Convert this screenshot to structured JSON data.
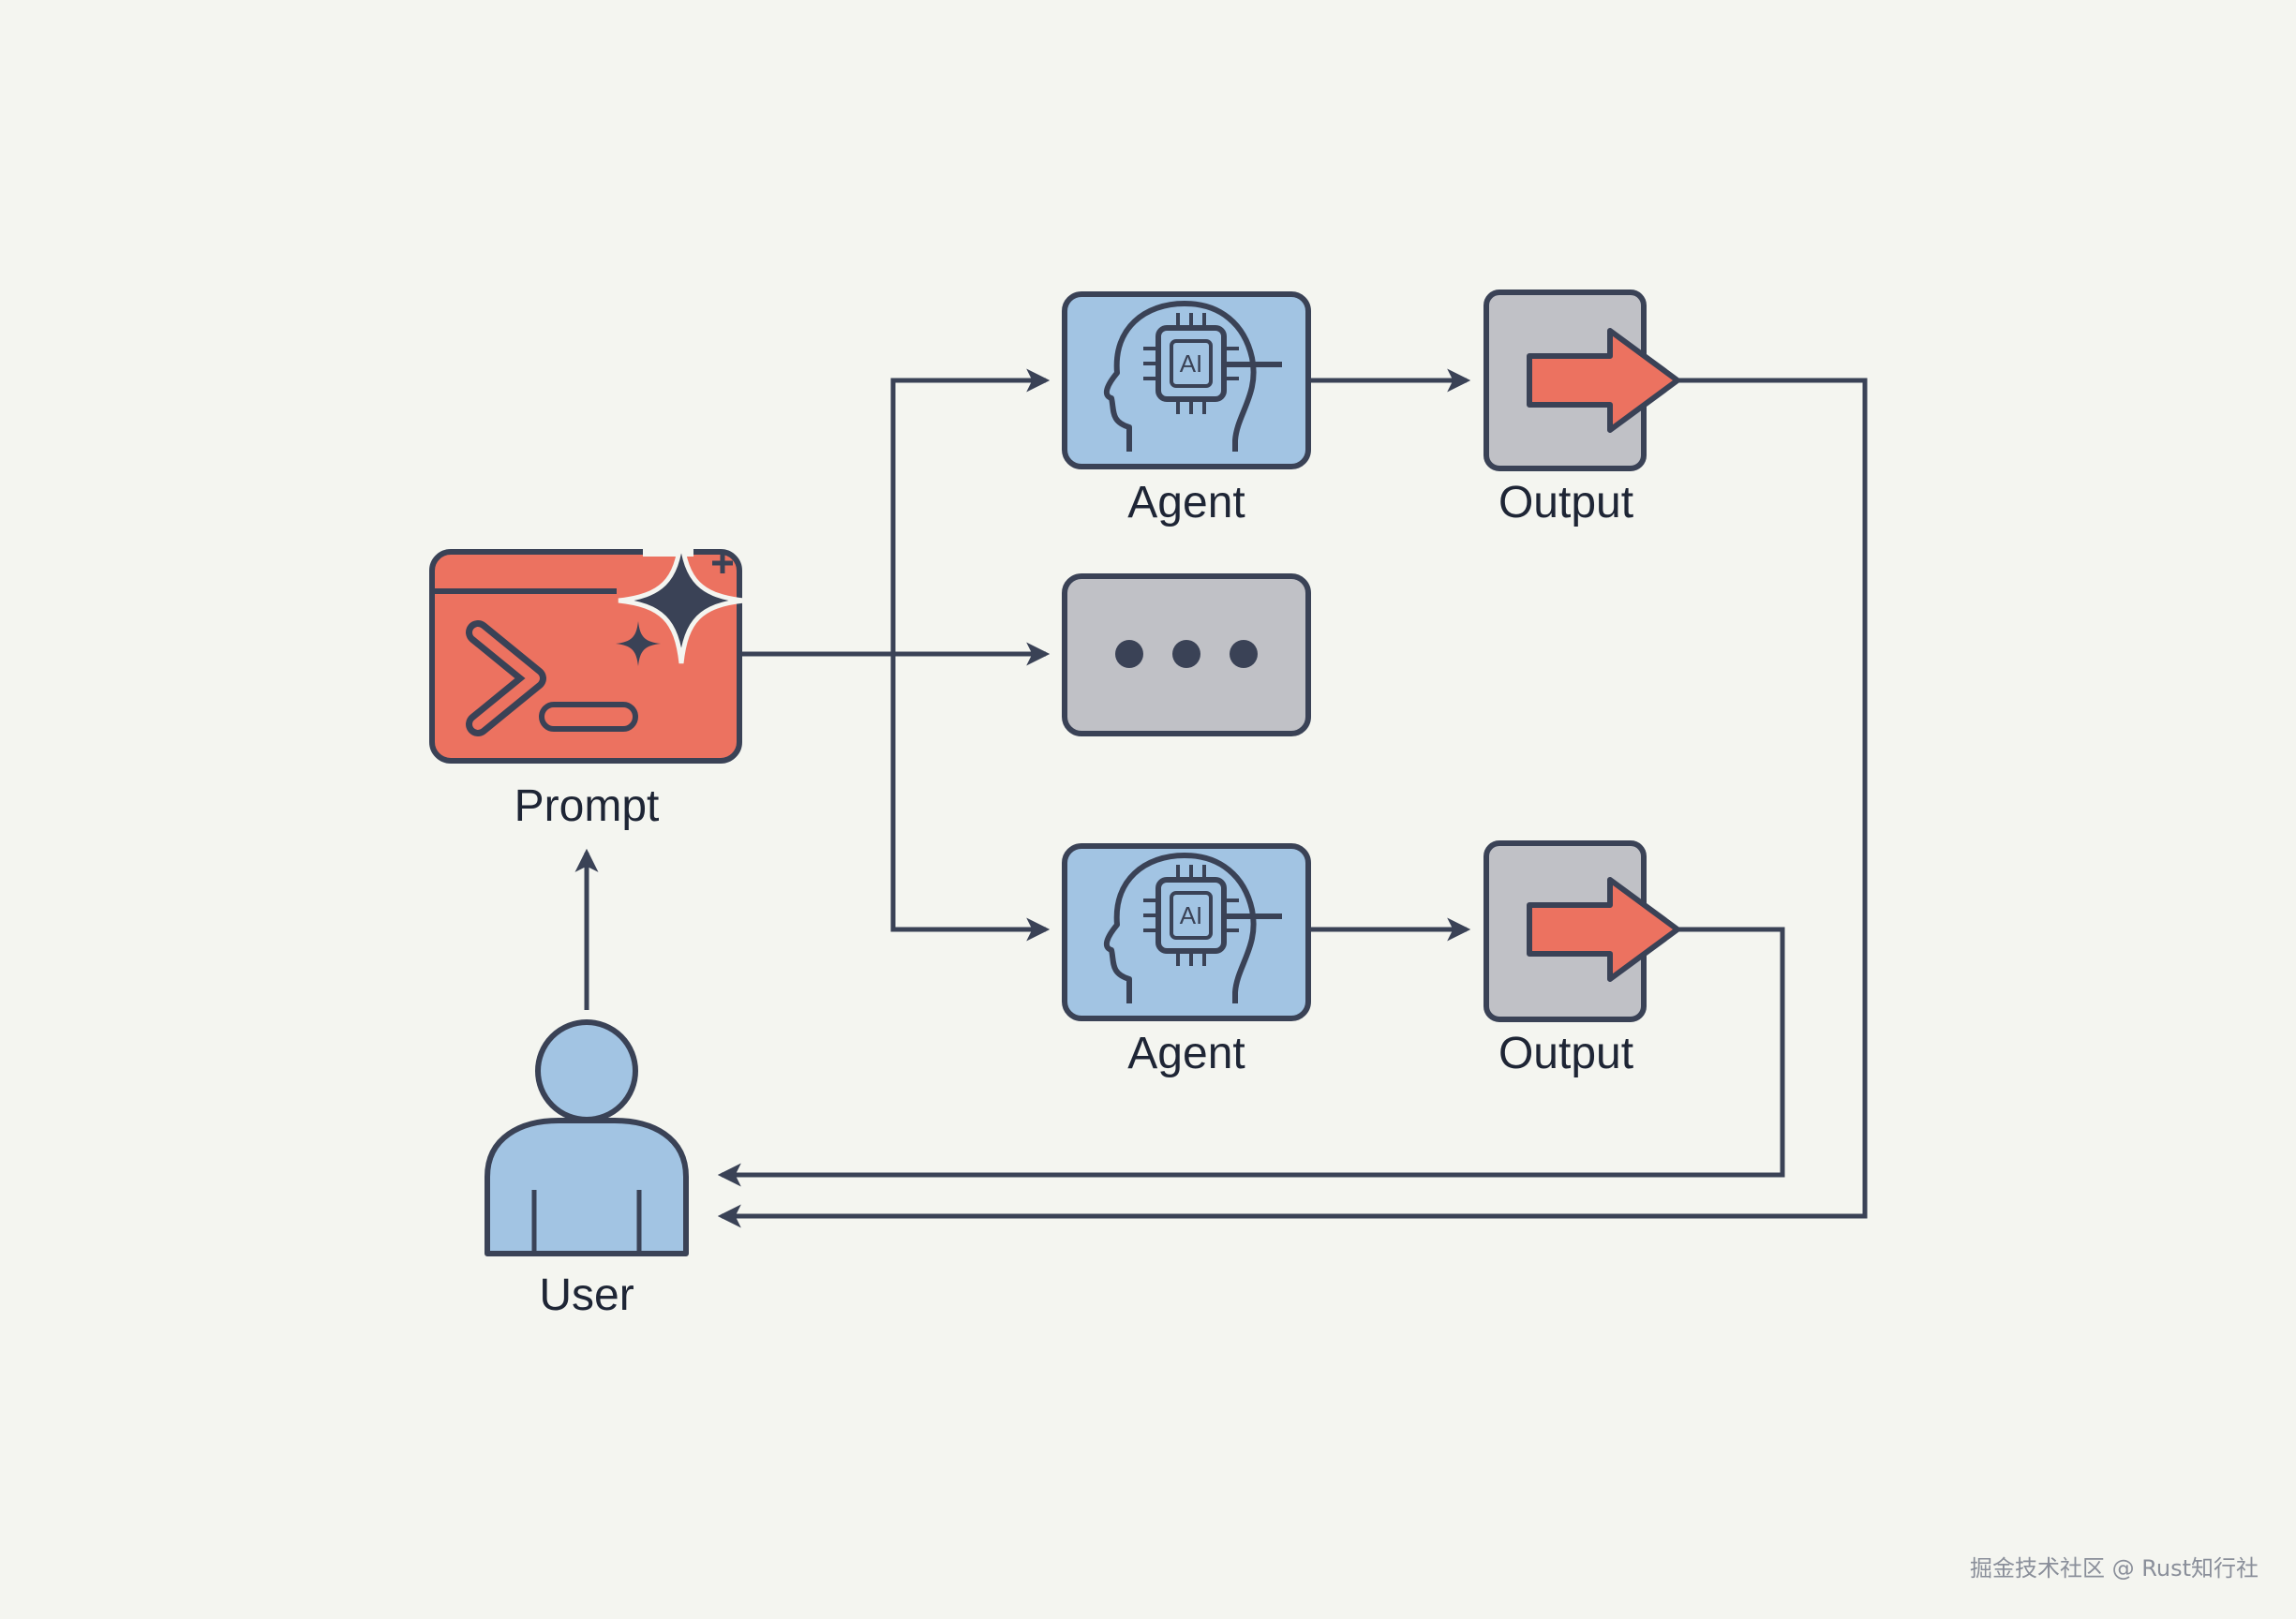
{
  "nodes": {
    "prompt": {
      "label": "Prompt"
    },
    "agent_top": {
      "label": "Agent",
      "chip_text": "AI"
    },
    "agent_bottom": {
      "label": "Agent",
      "chip_text": "AI"
    },
    "output_top": {
      "label": "Output"
    },
    "output_bottom": {
      "label": "Output"
    },
    "placeholder": {
      "label": ""
    },
    "user": {
      "label": "User"
    }
  },
  "icons": {
    "prompt": "terminal-sparkle-icon",
    "agent": "ai-head-chip-icon",
    "output": "right-arrow-icon",
    "placeholder": "ellipsis-icon",
    "user": "person-icon"
  },
  "colors": {
    "background": "#f4f5f0",
    "stroke": "#3a4256",
    "prompt_fill": "#ec7260",
    "agent_fill": "#a2c4e3",
    "output_fill": "#c0c1c6",
    "output_arrow": "#ec7260",
    "user_fill": "#a2c4e3"
  },
  "watermark": "掘金技术社区 @ Rust知行社"
}
